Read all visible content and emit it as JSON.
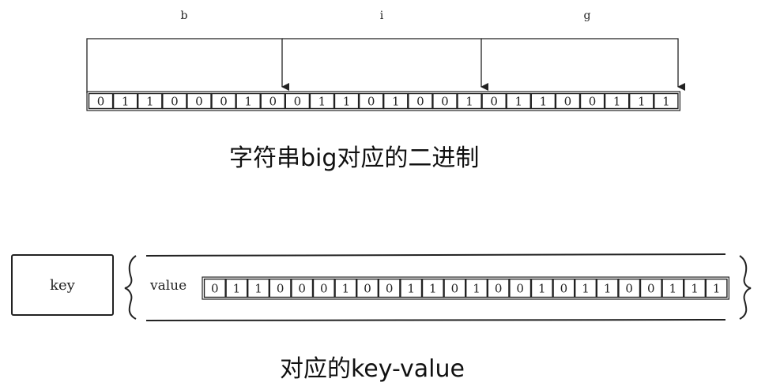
{
  "top_diagram": {
    "letters": [
      "b",
      "i",
      "g"
    ],
    "bits": [
      "0",
      "1",
      "1",
      "0",
      "0",
      "0",
      "1",
      "0",
      "0",
      "1",
      "1",
      "0",
      "1",
      "0",
      "0",
      "1",
      "0",
      "1",
      "1",
      "0",
      "0",
      "1",
      "1",
      "1"
    ],
    "caption": "字符串big对应的二进制"
  },
  "kv_diagram": {
    "key_label": "key",
    "value_label": "value",
    "bits": [
      "0",
      "1",
      "1",
      "0",
      "0",
      "0",
      "1",
      "0",
      "0",
      "1",
      "1",
      "0",
      "1",
      "0",
      "0",
      "1",
      "0",
      "1",
      "1",
      "0",
      "0",
      "1",
      "1",
      "1"
    ],
    "caption": "对应的key-value"
  }
}
